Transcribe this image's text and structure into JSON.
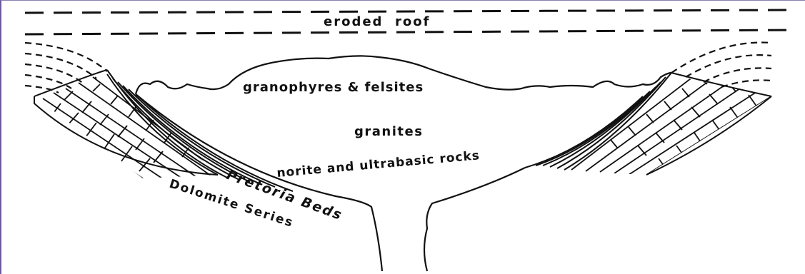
{
  "diagram": {
    "labels": {
      "eroded_roof": "eroded  roof",
      "granophyres": "granophyres & felsites",
      "granites": "granites",
      "norite": "norite and ultrabasic rocks",
      "pretoria": "Pretoria Beds",
      "dolomite": "Dolomite Series"
    },
    "colors": {
      "ink": "#111111",
      "frame": "#6b5a9c",
      "background": "#ffffff"
    }
  }
}
